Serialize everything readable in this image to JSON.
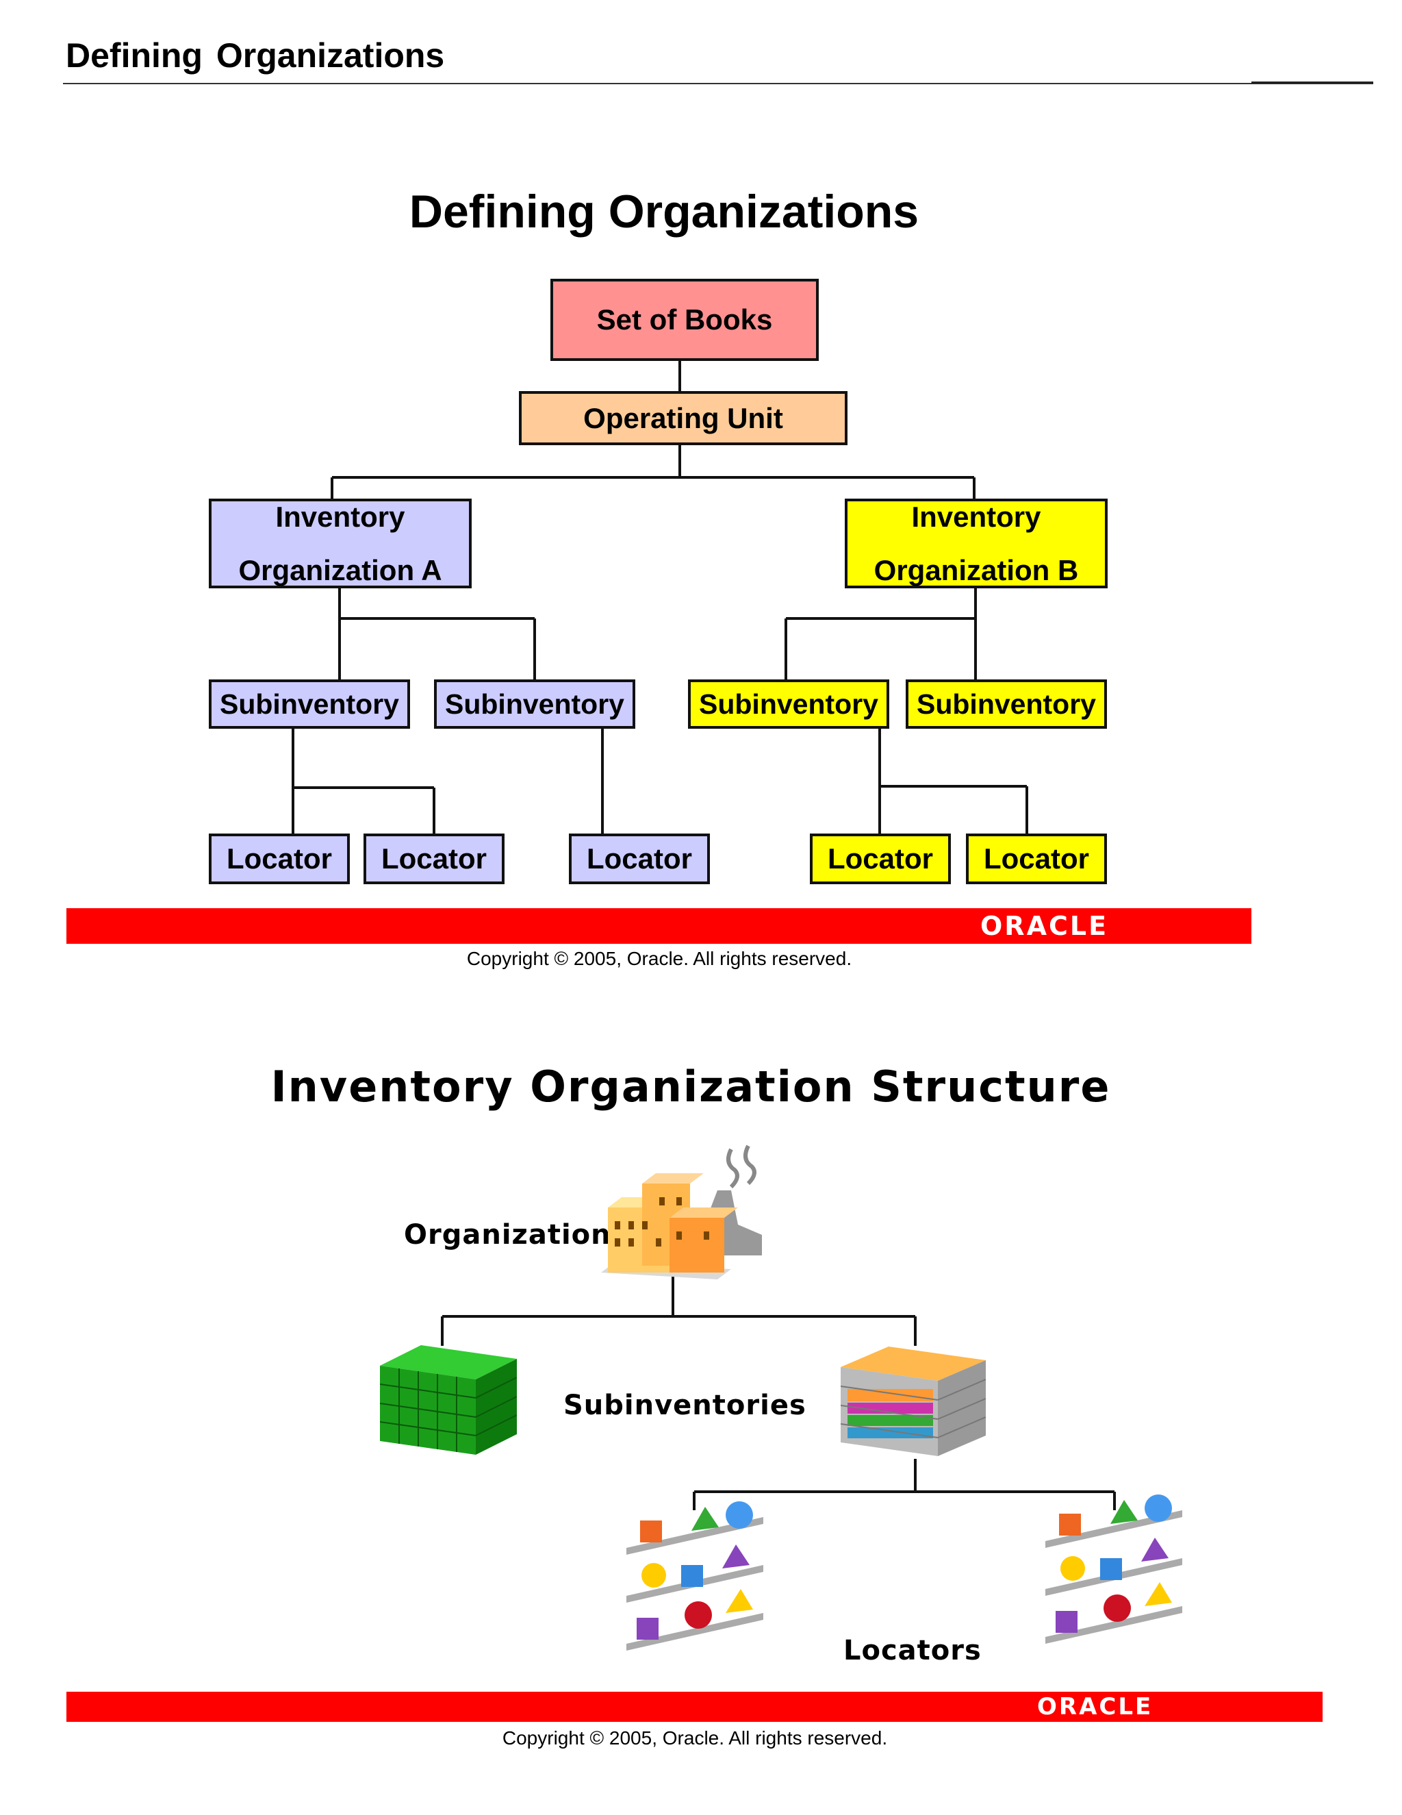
{
  "page": {
    "header": "Defining Organizations"
  },
  "slide1": {
    "title": "Defining Organizations",
    "set_of_books": "Set of Books",
    "operating_unit": "Operating Unit",
    "org_a": {
      "line1": "Inventory",
      "line2": "Organization A"
    },
    "org_b": {
      "line1": "Inventory",
      "line2": "Organization B"
    },
    "subinventory_label": "Subinventory",
    "locator_label": "Locator",
    "colors": {
      "set_of_books": "#ff9191",
      "operating_unit": "#ffcc99",
      "org_a": "#ccccff",
      "org_b": "#ffff00",
      "bar": "#ff0000"
    },
    "brand": "ORACLE",
    "copyright": "Copyright © 2005, Oracle.  All rights reserved."
  },
  "slide2": {
    "title": "Inventory Organization Structure",
    "organization_label": "Organization",
    "subinventories_label": "Subinventories",
    "locators_label": "Locators",
    "brand": "ORACLE",
    "copyright": "Copyright © 2005, Oracle.  All rights reserved."
  }
}
